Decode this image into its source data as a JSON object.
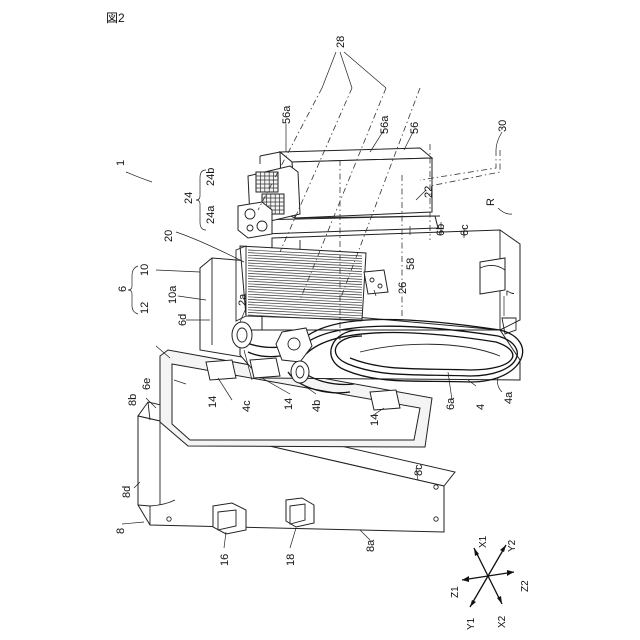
{
  "figure_title": "図2",
  "refs": {
    "r1": "1",
    "r4": "4",
    "r4a": "4a",
    "r4b": "4b",
    "r4c": "4c",
    "r6": "6",
    "r6a": "6a",
    "r6b": "6b",
    "r6c": "6c",
    "r6d": "6d",
    "r6e": "6e",
    "r7": "7",
    "r8": "8",
    "r8a": "8a",
    "r8b": "8b",
    "r8c": "8c",
    "r8d": "8d",
    "r10": "10",
    "r10a": "10a",
    "r12": "12",
    "r14a": "14",
    "r14b": "14",
    "r14c": "14",
    "r16": "16",
    "r18": "18",
    "r2a": "2a",
    "r20": "20",
    "r22": "22",
    "r24": "24",
    "r24a": "24a",
    "r24b": "24b",
    "r26": "26",
    "r28": "28",
    "r30": "30",
    "r56": "56",
    "r56a1": "56a",
    "r56a2": "56a",
    "r58": "58",
    "rR": "R"
  },
  "axes": {
    "x1": "X1",
    "x2": "X2",
    "y1": "Y1",
    "y2": "Y2",
    "z1": "Z1",
    "z2": "Z2"
  }
}
